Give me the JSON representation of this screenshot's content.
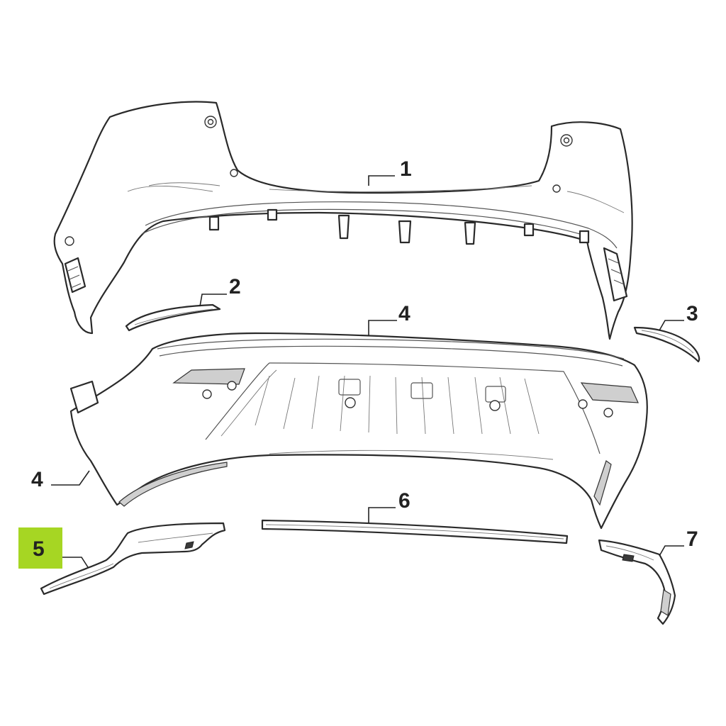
{
  "diagram": {
    "callouts": [
      {
        "id": "1",
        "label": "1",
        "highlighted": false
      },
      {
        "id": "2",
        "label": "2",
        "highlighted": false
      },
      {
        "id": "3",
        "label": "3",
        "highlighted": false
      },
      {
        "id": "4a",
        "label": "4",
        "highlighted": false
      },
      {
        "id": "4b",
        "label": "4",
        "highlighted": false
      },
      {
        "id": "5",
        "label": "5",
        "highlighted": true
      },
      {
        "id": "6",
        "label": "6",
        "highlighted": false
      },
      {
        "id": "7",
        "label": "7",
        "highlighted": false
      }
    ],
    "highlight_color": "#a6d623",
    "line_color": "#2a2a2a",
    "background_color": "#ffffff"
  }
}
